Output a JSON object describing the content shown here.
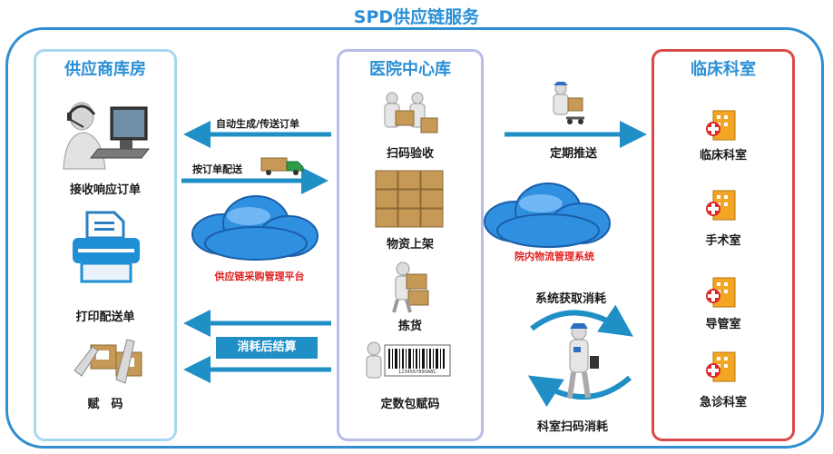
{
  "title": "SPD供应链服务",
  "panels": {
    "supplier": {
      "title": "供应商库房",
      "items": [
        "接收响应订单",
        "打印配送单",
        "赋　码"
      ],
      "color": "#2a8fd6"
    },
    "hospital": {
      "title": "医院中心库",
      "items": [
        "扫码验收",
        "物资上架",
        "拣货",
        "定数包赋码"
      ],
      "color": "#2a8fd6"
    },
    "clinical": {
      "title": "临床科室",
      "items": [
        "临床科室",
        "手术室",
        "导管室",
        "急诊科室"
      ],
      "color": "#2a8fd6"
    }
  },
  "flows": {
    "auto_order": "自动生成/传送订单",
    "deliver_by_order": "按订单配送",
    "settle_after_use": "消耗后结算",
    "periodic_push": "定期推送",
    "system_consumption": "系统获取消耗",
    "dept_scan": "科室扫码消耗"
  },
  "clouds": {
    "procurement_platform": "供应链采购管理平台",
    "logistics_system": "院内物流管理系统"
  },
  "barcode_number": "1234567890ABC",
  "colors": {
    "outer": "#2f8fd0",
    "left_border": "#a7d8ef",
    "mid_border": "#b8bde8",
    "right_border": "#d84a4a",
    "arrow": "#1f8fc6",
    "accent_red": "#e01f1f"
  }
}
